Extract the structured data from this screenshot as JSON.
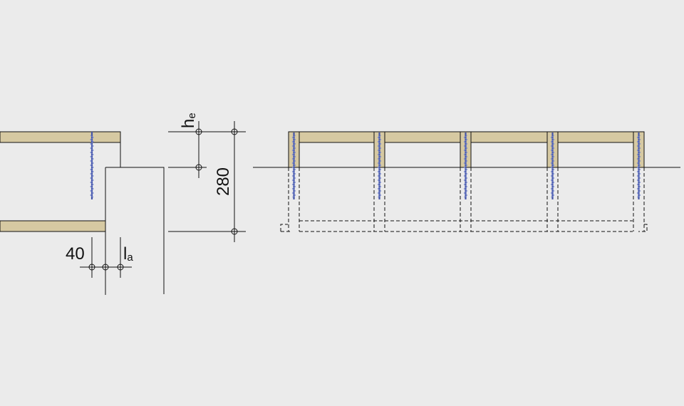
{
  "colors": {
    "background": "#ebebeb",
    "timber": "#d6c9a2",
    "line": "#111111",
    "screw": "#4455a8"
  },
  "detail": {
    "dim_40": "40",
    "dim_la_main": "l",
    "dim_la_sub": "a",
    "dim_he_main": "h",
    "dim_he_sub": "e",
    "dim_280": "280"
  }
}
